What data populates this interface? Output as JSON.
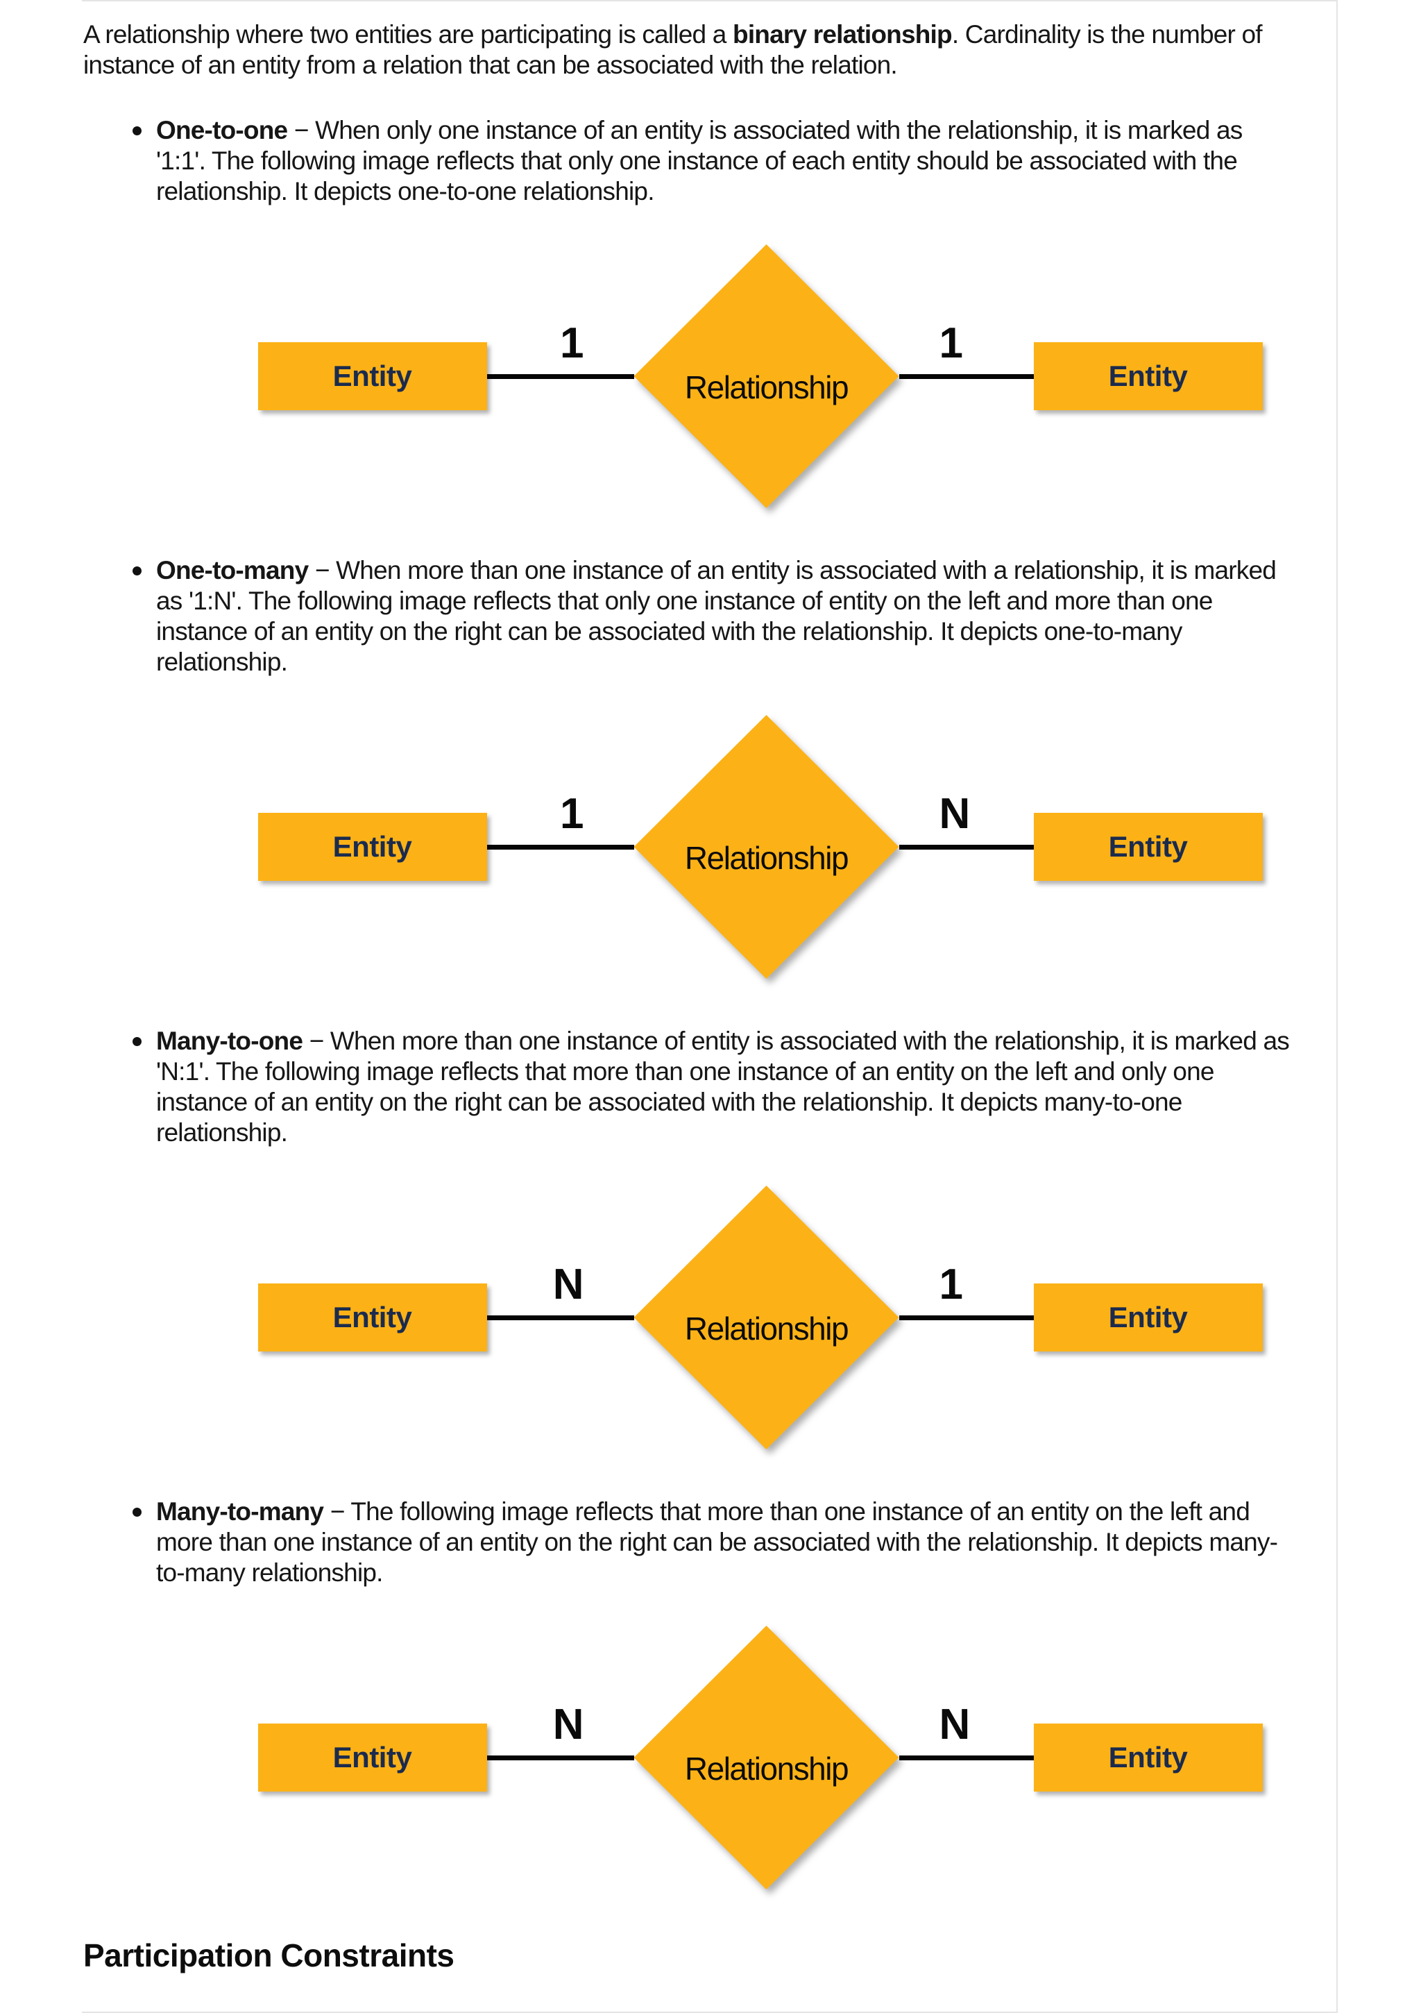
{
  "intro": {
    "pre": "A relationship where two entities are participating is called a ",
    "bold": "binary relationship",
    "post": ". Cardinality is the number of instance of an entity from a relation that can be associated with the relation."
  },
  "bullets": [
    {
      "term": "One-to-one",
      "sep": "−",
      "text": "When only one instance of an entity is associated with the relationship, it is marked as '1:1'. The following image reflects that only one instance of each entity should be associated with the relationship. It depicts one-to-one relationship."
    },
    {
      "term": "One-to-many",
      "sep": "−",
      "text": "When more than one instance of an entity is associated with a relationship, it is marked as '1:N'. The following image reflects that only one instance of entity on the left and more than one instance of an entity on the right can be associated with the relationship. It depicts one-to-many relationship."
    },
    {
      "term": "Many-to-one",
      "sep": "−",
      "text": "When more than one instance of entity is associated with the relationship, it is marked as 'N:1'. The following image reflects that more than one instance of an entity on the left and only one instance of an entity on the right can be associated with the relationship. It depicts many-to-one relationship."
    },
    {
      "term": "Many-to-many",
      "sep": "−",
      "text": "The following image reflects that more than one instance of an entity on the left and more than one instance of an entity on the right can be associated with the relationship. It depicts many-to-many relationship."
    }
  ],
  "figures": [
    {
      "kind": "one-to-one",
      "left_entity": "Entity",
      "right_entity": "Entity",
      "diamond": "Relationship",
      "left_cardinality": "1",
      "right_cardinality": "1"
    },
    {
      "kind": "one-to-many",
      "left_entity": "Entity",
      "right_entity": "Entity",
      "diamond": "Relationship",
      "left_cardinality": "1",
      "right_cardinality": "N"
    },
    {
      "kind": "many-to-one",
      "left_entity": "Entity",
      "right_entity": "Entity",
      "diamond": "Relationship",
      "left_cardinality": "N",
      "right_cardinality": "1"
    },
    {
      "kind": "many-to-many",
      "left_entity": "Entity",
      "right_entity": "Entity",
      "diamond": "Relationship",
      "left_cardinality": "N",
      "right_cardinality": "N"
    }
  ],
  "heading": "Participation Constraints",
  "colors": {
    "shape-fill": "#fcb216",
    "entity-text": "#1b2b4e",
    "line-color": "#050505",
    "border-color": "#e4e4e4"
  }
}
